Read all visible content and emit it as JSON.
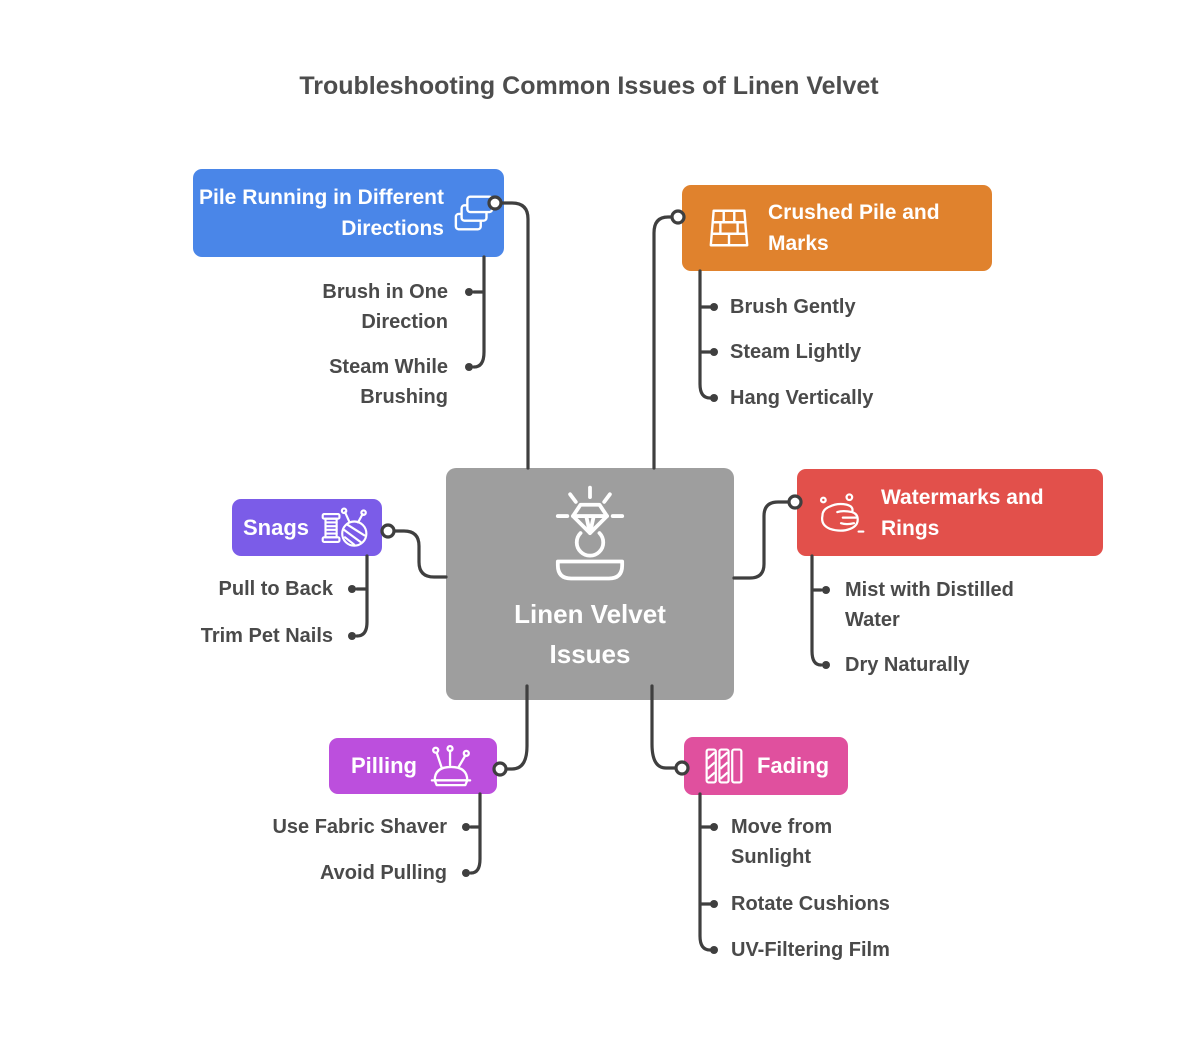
{
  "title": "Troubleshooting Common Issues of Linen Velvet",
  "center": {
    "label": "Linen Velvet Issues",
    "color": "#9e9e9e",
    "icon": "ring-display-icon"
  },
  "branches": [
    {
      "title": "Pile Running in Different Directions",
      "color": "#4a86e8",
      "icon": "stacked-cards-icon",
      "position": "top-left",
      "items": [
        "Brush in One Direction",
        "Steam While Brushing"
      ]
    },
    {
      "title": "Crushed Pile and Marks",
      "color": "#e0822d",
      "icon": "brick-wall-icon",
      "position": "top-right",
      "items": [
        "Brush Gently",
        "Steam Lightly",
        "Hang Vertically"
      ]
    },
    {
      "title": "Snags",
      "color": "#7b5ce8",
      "icon": "thread-spool-yarn-icon",
      "position": "middle-left",
      "items": [
        "Pull to Back",
        "Trim Pet Nails"
      ]
    },
    {
      "title": "Watermarks and Rings",
      "color": "#e2504b",
      "icon": "hand-wash-icon",
      "position": "middle-right",
      "items": [
        "Mist with Distilled Water",
        "Dry Naturally"
      ]
    },
    {
      "title": "Pilling",
      "color": "#bc4fdd",
      "icon": "pincushion-icon",
      "position": "bottom-left",
      "items": [
        "Use Fabric Shaver",
        "Avoid Pulling"
      ]
    },
    {
      "title": "Fading",
      "color": "#e0509e",
      "icon": "fabric-strips-icon",
      "position": "bottom-right",
      "items": [
        "Move from Sunlight",
        "Rotate Cushions",
        "UV-Filtering Film"
      ]
    }
  ],
  "colors": {
    "connector": "#3f3f3f",
    "item_text": "#4a4a4a",
    "title_text": "#4d4d4d",
    "node_text": "#ffffff",
    "background": "#ffffff"
  }
}
